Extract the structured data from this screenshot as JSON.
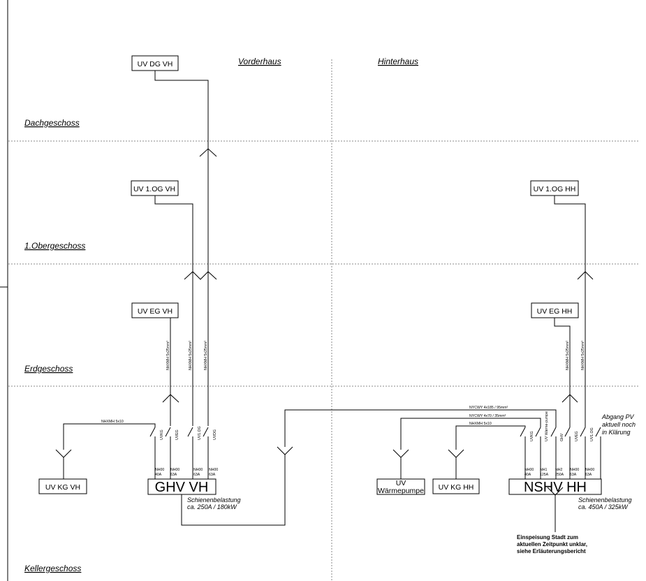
{
  "sections": {
    "front": "Vorderhaus",
    "rear": "Hinterhaus"
  },
  "floors": {
    "attic": "Dachgeschoss",
    "first": "1.Obergeschoss",
    "ground": "Erdgeschoss",
    "basement": "Kellergeschoss"
  },
  "boxes": {
    "uv_dg_vh": "UV DG VH",
    "uv_1og_vh": "UV 1.OG VH",
    "uv_eg_vh": "UV EG VH",
    "uv_kg_vh": "UV KG VH",
    "uv_1og_hh": "UV 1.OG HH",
    "uv_eg_hh": "UV EG HH",
    "uv_kg_hh": "UV KG HH",
    "uv_wp_line1": "UV",
    "uv_wp_line2": "Wärmepumpe"
  },
  "main": {
    "ghv": "GHV VH",
    "nshv": "NSHV HH"
  },
  "cables": {
    "nhxmh_5x10": "NHXMH 5x10",
    "nhxmh_5x25": "NHXMH 5x25mm²",
    "nycwy_185": "NYCWY 4x185 / 95mm²",
    "nycwy_70": "NYCWY 4x70 / 35mm²"
  },
  "ghv_outputs": [
    {
      "name": "UVKG",
      "fuse1": "NH00",
      "fuse2": "40A"
    },
    {
      "name": "UVEG",
      "fuse1": "NH00",
      "fuse2": "63A"
    },
    {
      "name": "UV1.OG",
      "fuse1": "NH00",
      "fuse2": "63A"
    },
    {
      "name": "UVDG",
      "fuse1": "NH00",
      "fuse2": "63A"
    }
  ],
  "nshv_outputs": [
    {
      "name": "UVKG",
      "fuse1": "NH00",
      "fuse2": "40A"
    },
    {
      "name": "UV Wärme-pumpe",
      "fuse1": "NH1",
      "fuse2": "125A"
    },
    {
      "name": "GHV",
      "fuse1": "NH2",
      "fuse2": "250A"
    },
    {
      "name": "UVEG",
      "fuse1": "NH00",
      "fuse2": "63A"
    },
    {
      "name": "UV1.OG",
      "fuse1": "NH00",
      "fuse2": "63A"
    }
  ],
  "loads": {
    "ghv_1": "Schienenbelastung",
    "ghv_2": "ca. 250A / 180kW",
    "nshv_1": "Schienenbelastung",
    "nshv_2": "ca. 450A / 325kW"
  },
  "pv_note": [
    "Abgang PV",
    "aktuell noch",
    "in Klärung"
  ],
  "supply_note": [
    "Einspeisung Stadt zum",
    "aktuellen Zeitpunkt unklar,",
    "siehe Erläuterungsbericht"
  ]
}
